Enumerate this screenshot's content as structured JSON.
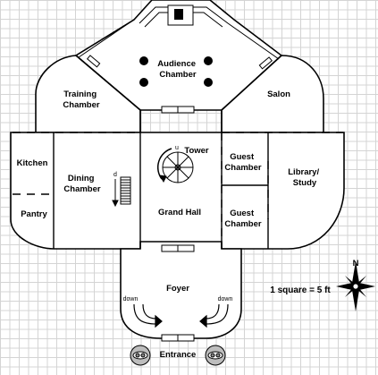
{
  "rooms": {
    "audience": [
      "Audience",
      "Chamber"
    ],
    "training": [
      "Training",
      "Chamber"
    ],
    "salon": "Salon",
    "kitchen": "Kitchen",
    "dining": [
      "Dining",
      "Chamber"
    ],
    "tower": "Tower",
    "guest_upper": [
      "Guest",
      "Chamber"
    ],
    "guest_lower": [
      "Guest",
      "Chamber"
    ],
    "library": [
      "Library/",
      "Study"
    ],
    "pantry": "Pantry",
    "grand_hall": "Grand Hall",
    "foyer": "Foyer",
    "entrance": "Entrance"
  },
  "markers": {
    "tower_stair_up": "u",
    "dining_stair_down": "d",
    "ramp_left": "down",
    "ramp_right": "down"
  },
  "scale_text": "1 square = 5 ft",
  "compass_letter": "N"
}
